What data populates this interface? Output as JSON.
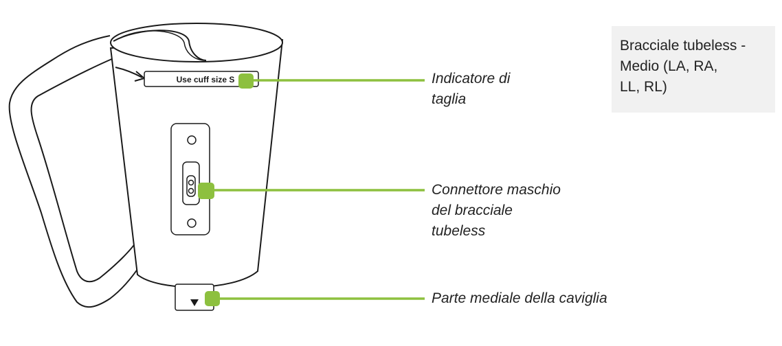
{
  "info_box": {
    "text": "Bracciale tubeless -\nMedio (LA, RA,\nLL, RL)"
  },
  "cuff": {
    "size_label": "Use cuff size S"
  },
  "callouts": {
    "size_indicator": "Indicatore di\ntaglia",
    "connector": "Connettore maschio\ndel bracciale\ntubeless",
    "ankle": "Parte mediale della caviglia"
  },
  "colors": {
    "leader": "#8dc03f",
    "outline": "#1a1a1a",
    "box": "#f1f1f1"
  }
}
